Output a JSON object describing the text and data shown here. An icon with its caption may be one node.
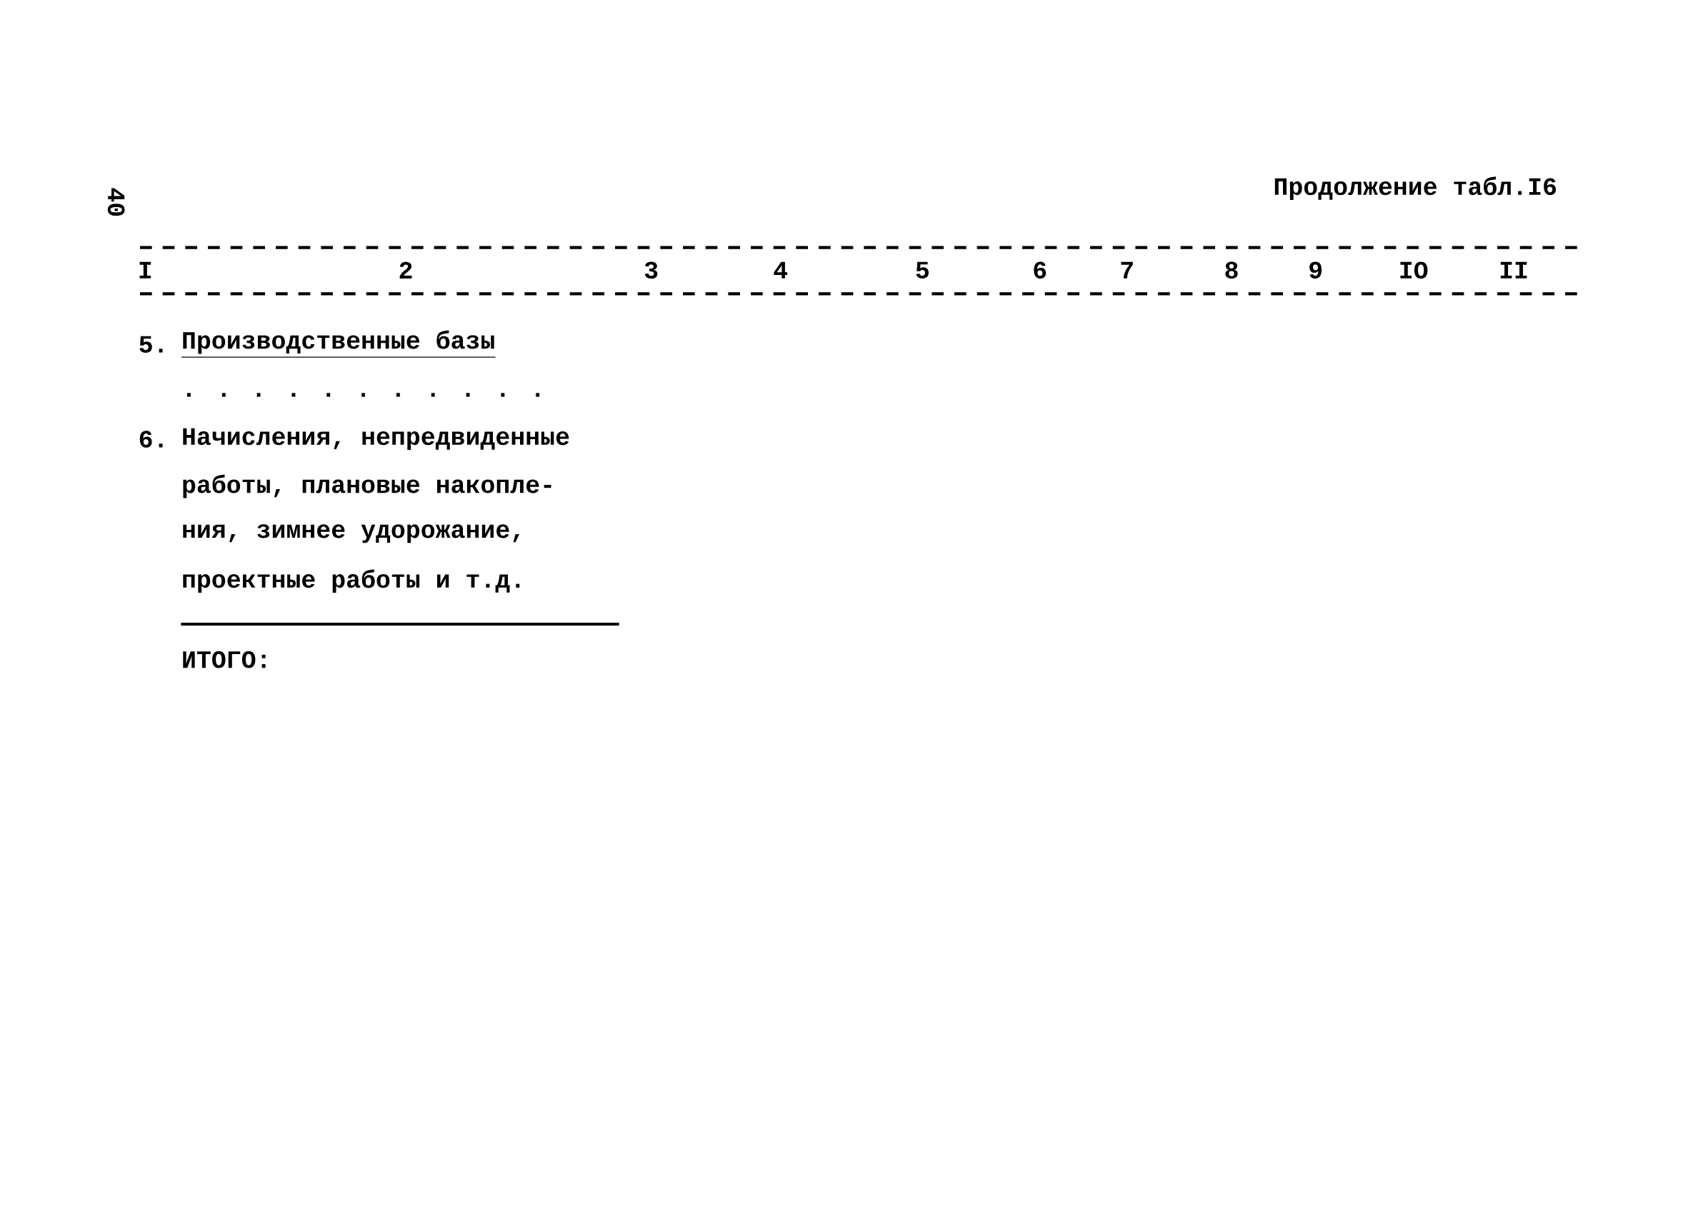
{
  "diagram": {
    "labels": [
      "40",
      "Продолжение табл.I6",
      "I",
      "2",
      "3",
      "4",
      "5",
      "6",
      "7",
      "8",
      "9",
      "IO",
      "II",
      "5.",
      "Производственные базы",
      ". . . . . . . . . . .",
      "6.",
      "Начисления, непредвиденные",
      "работы, плановые накопле-",
      "ния, зимнее удорожание,",
      "проектные работы и т.д.",
      "ИТОГО:"
    ]
  }
}
